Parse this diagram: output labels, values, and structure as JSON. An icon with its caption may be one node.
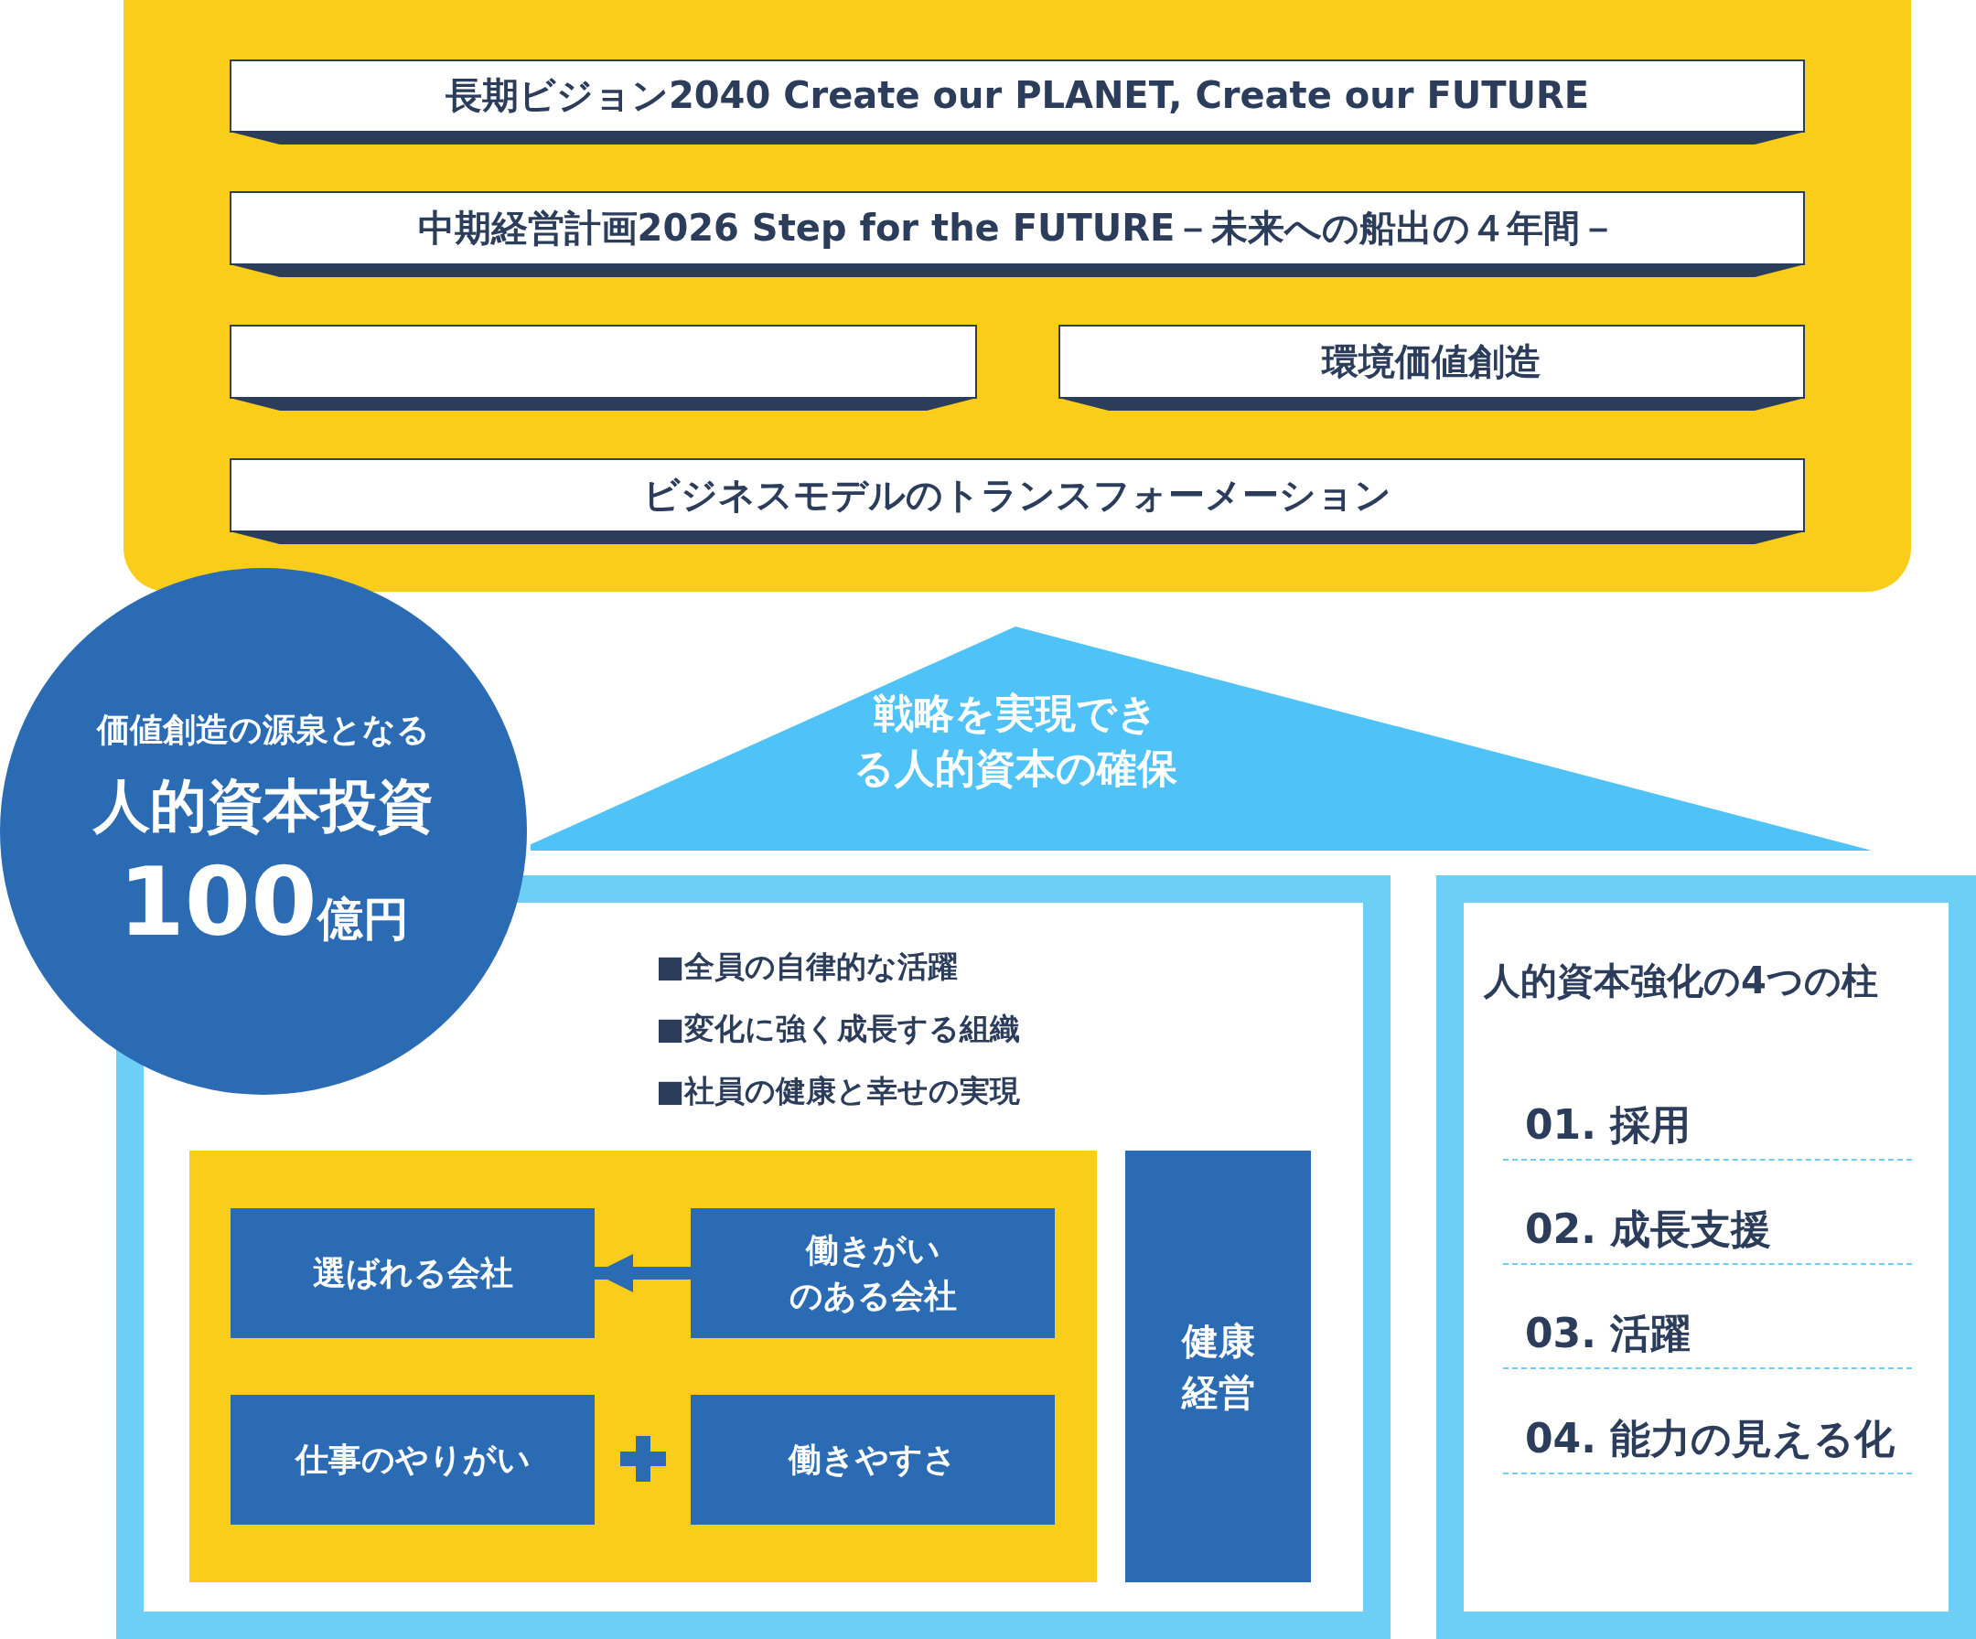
{
  "diagram": {
    "nodes": [
      {
        "text": [],
        "shape": "box"
      },
      {
        "text": [
          "長期ビジョン2040 Create our PLANET, Create our FUTURE"
        ],
        "in": 0
      },
      {
        "text": [
          "中期経営計画2026 Step for the FUTURE－未来への船出の４年間－"
        ],
        "in": 0
      },
      {
        "text": [],
        "shape": "box",
        "in": 0
      },
      {
        "text": [
          "環境価値創造"
        ],
        "in": 0
      },
      {
        "text": [
          "ビジネスモデルのトランスフォーメーション"
        ],
        "in": 0
      },
      {
        "text": [
          "価値創造の源泉となる",
          "人的資本投資",
          "100",
          "億円"
        ]
      },
      {
        "text": [
          "戦略を実現できる人的資本の確保"
        ]
      },
      {
        "text": [
          "■全員の自律的な活躍",
          "■変化に強く成長する組織",
          "■社員の健康と幸せの実現"
        ]
      },
      {
        "text": [],
        "shape": "box",
        "in": 8
      },
      {
        "text": [
          "選ばれる会社"
        ],
        "in": 9
      },
      {
        "text": [
          "働きがいのある会社"
        ],
        "in": 9
      },
      {
        "text": [
          "仕事のやりがい"
        ],
        "in": 9
      },
      {
        "text": [
          "働きやすさ"
        ],
        "in": 9
      },
      {
        "text": [
          "健康経営"
        ],
        "in": 8
      },
      {
        "text": [
          "人的資本強化の4つの柱",
          "01. 採用",
          "02. 成長支援",
          "03. 活躍",
          "04. 能力の見える化"
        ]
      }
    ],
    "edges": [
      {
        "from": 11,
        "to": 10,
        "arrow": "to"
      }
    ]
  }
}
